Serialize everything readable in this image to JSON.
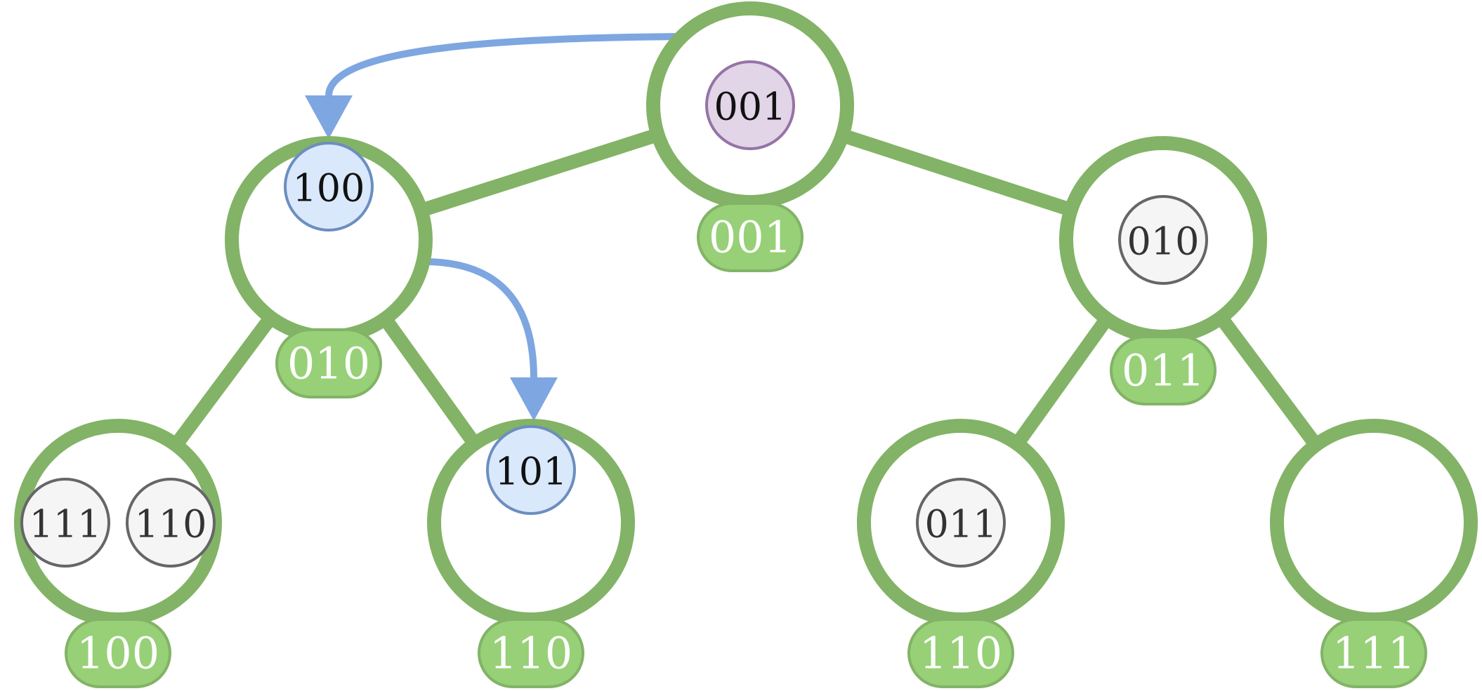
{
  "colors": {
    "edge": "#82b366",
    "tag_fill": "#97d077",
    "tag_text": "#ffffff",
    "arrow": "#7ea6e0",
    "token_purple_fill": "#e1d5e7",
    "token_purple_stroke": "#9673a6",
    "token_blue_fill": "#dae8fc",
    "token_blue_stroke": "#6c8ebf",
    "token_gray_fill": "#f5f5f5",
    "token_gray_stroke": "#666666"
  },
  "tree": {
    "nodes": [
      {
        "id": "root",
        "tag": "001",
        "tokens": [
          {
            "label": "001",
            "style": "purple"
          }
        ]
      },
      {
        "id": "left",
        "tag": "010",
        "tokens": [
          {
            "label": "100",
            "style": "blue"
          }
        ]
      },
      {
        "id": "right",
        "tag": "011",
        "tokens": [
          {
            "label": "010",
            "style": "gray"
          }
        ]
      },
      {
        "id": "left-left",
        "tag": "100",
        "tokens": [
          {
            "label": "111",
            "style": "gray"
          },
          {
            "label": "110",
            "style": "gray"
          }
        ]
      },
      {
        "id": "left-right",
        "tag": "110",
        "tokens": [
          {
            "label": "101",
            "style": "blue"
          }
        ]
      },
      {
        "id": "right-left",
        "tag": "110",
        "tokens": [
          {
            "label": "011",
            "style": "gray"
          }
        ]
      },
      {
        "id": "right-right",
        "tag": "111",
        "tokens": []
      }
    ],
    "edges": [
      {
        "from": "root",
        "to": "left"
      },
      {
        "from": "root",
        "to": "right"
      },
      {
        "from": "left",
        "to": "left-left"
      },
      {
        "from": "left",
        "to": "left-right"
      },
      {
        "from": "right",
        "to": "right-left"
      },
      {
        "from": "right",
        "to": "right-right"
      }
    ],
    "moves": [
      {
        "from": "root",
        "to": "left"
      },
      {
        "from": "left",
        "to": "left-right"
      }
    ]
  }
}
